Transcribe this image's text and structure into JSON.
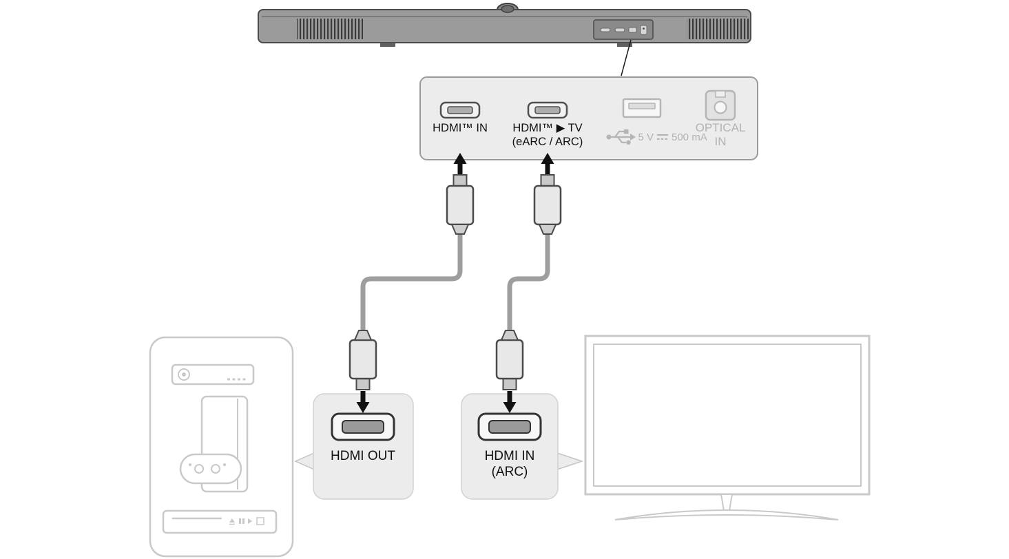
{
  "rear_panel": {
    "hdmi_in_label": "HDMI™ IN",
    "hdmi_tv_label": "HDMI™ ▶ TV",
    "hdmi_tv_sublabel": "(eARC / ARC)",
    "usb_rating_prefix": "5 V",
    "usb_rating_suffix": "500 mA",
    "optical_line1": "OPTICAL",
    "optical_line2": "IN"
  },
  "callouts": {
    "hdmi_out_label": "HDMI OUT",
    "hdmi_in_arc_line1": "HDMI IN",
    "hdmi_in_arc_line2": "(ARC)"
  },
  "icons": {
    "usb": "usb-trident-icon",
    "dc_power": "dc-symbol-icon",
    "hdmi_port": "hdmi-port-icon",
    "optical_port": "optical-port-icon",
    "source_devices": [
      "set-top-box-icon",
      "game-console-icon",
      "gamepad-icon",
      "disc-player-icon"
    ],
    "display": "tv-outline-icon"
  },
  "colors": {
    "label_dark": "#111111",
    "label_muted": "#b2b2b2",
    "panel_fill": "#ececec",
    "panel_border": "#9a9a9a",
    "outline_muted": "#c9c9c9",
    "soundbar_body": "#9b9b9b",
    "cable": "#9e9e9e",
    "arrow": "#111111"
  }
}
